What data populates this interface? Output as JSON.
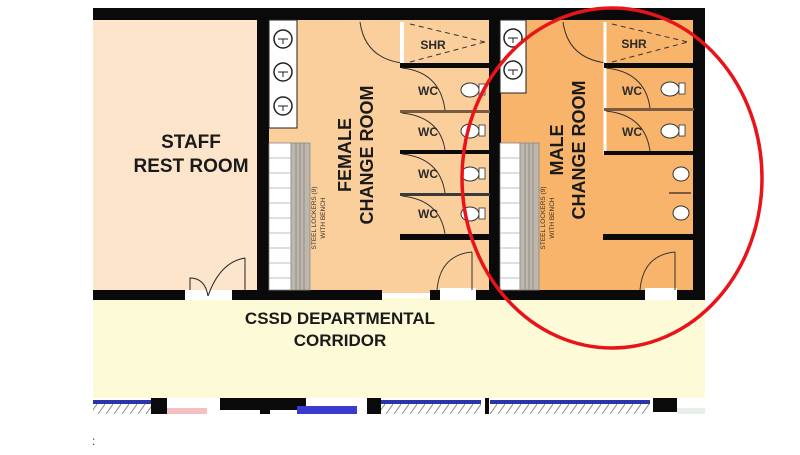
{
  "plan": {
    "rooms": {
      "staff_rest_room": {
        "line1": "STAFF",
        "line2": "REST ROOM",
        "color": "#fde5cc"
      },
      "female_change_room": {
        "line1": "FEMALE",
        "line2": "CHANGE ROOM",
        "color": "#fbcf9c"
      },
      "male_change_room": {
        "line1": "MALE",
        "line2": "CHANGE ROOM",
        "color": "#f7b46a"
      },
      "corridor": {
        "line1": "CSSD DEPARTMENTAL",
        "line2": "CORRIDOR",
        "color": "#fdfbd7"
      }
    },
    "fixtures": {
      "female": {
        "shower": "SHR",
        "wc": [
          "WC",
          "WC",
          "WC",
          "WC"
        ],
        "lockers_line1": "STEEL LOCKERS (9)",
        "lockers_line2": "WITH BENCH"
      },
      "male": {
        "shower": "SHR",
        "wc": [
          "WC",
          "WC"
        ],
        "lockers_line1": "STEEL LOCKERS (9)",
        "lockers_line2": "WITH BENCH"
      }
    },
    "annotation": {
      "shape": "ellipse",
      "color": "#e8141a",
      "target": "male_change_room"
    },
    "footer_mark": ":"
  }
}
